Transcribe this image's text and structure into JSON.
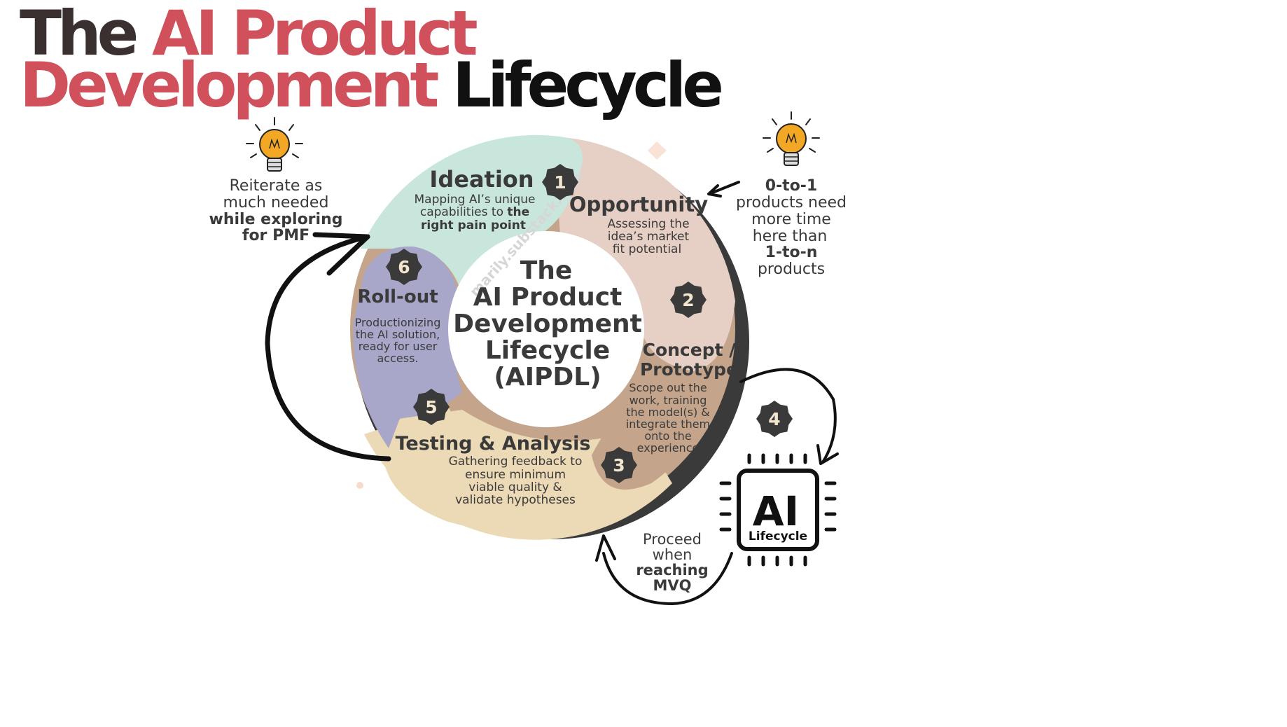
{
  "title": {
    "part1": "The ",
    "part2": "AI Product",
    "part3": "Development ",
    "part4": "Lifecycle"
  },
  "center": {
    "line1": "The",
    "line2": "AI Product",
    "line3": "Development",
    "line4": "Lifecycle",
    "line5": "(AIPDL)",
    "watermark": "marily.substack.com"
  },
  "stages": [
    {
      "number": "1",
      "title": "Ideation",
      "desc1": "Mapping AI’s unique",
      "desc2a": "capabilities to ",
      "desc2b": "the",
      "desc3": "right pain point"
    },
    {
      "number": "2",
      "title": "Opportunity",
      "desc1": "Assessing the",
      "desc2": "idea’s market",
      "desc3": "fit potential"
    },
    {
      "number": "3",
      "title1": "Concept /",
      "title2": "Prototype",
      "desc1": "Scope out the",
      "desc2": "work, training",
      "desc3": "the model(s) &",
      "desc4": "integrate them",
      "desc5": "onto the",
      "desc6": "experience"
    },
    {
      "number": "4"
    },
    {
      "number": "5",
      "title": "Testing & Analysis",
      "desc1": "Gathering feedback to",
      "desc2": "ensure minimum",
      "desc3": "viable quality &",
      "desc4": "validate  hypotheses"
    },
    {
      "number": "6",
      "title": "Roll-out",
      "desc1": "Productionizing",
      "desc2": "the AI solution,",
      "desc3": "ready for user",
      "desc4": "access."
    }
  ],
  "left_note": {
    "line1": "Reiterate as",
    "line2": "much needed",
    "line3": "while exploring",
    "line4": "for PMF"
  },
  "right_note": {
    "line1": "0-to-1",
    "line2": "products  need",
    "line3": "more time",
    "line4": "here than",
    "line5": "1-to-n",
    "line6": "products"
  },
  "bottom_note": {
    "line1": "Proceed",
    "line2": "when",
    "line3": "reaching",
    "line4": "MVQ"
  },
  "chip": {
    "big": "AI",
    "small": "Lifecycle"
  },
  "colors": {
    "accent_red": "#d0505c",
    "dark": "#3a3a3a",
    "ideation": "#c9e6dc",
    "opportunity": "#e6cfc4",
    "concept": "#c4a58c",
    "testing": "#ecd9b5",
    "rollout": "#a9a7c9",
    "bulb": "#f2a825"
  }
}
